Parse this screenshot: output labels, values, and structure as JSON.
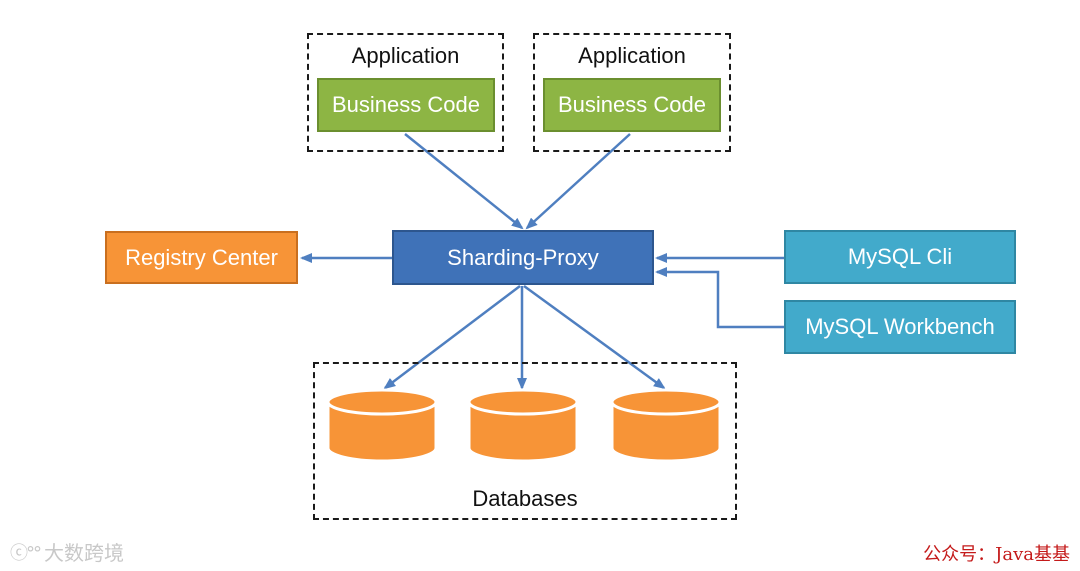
{
  "applications": [
    {
      "title": "Application",
      "code_label": "Business Code"
    },
    {
      "title": "Application",
      "code_label": "Business Code"
    }
  ],
  "proxy": {
    "label": "Sharding-Proxy"
  },
  "registry": {
    "label": "Registry Center"
  },
  "clients": [
    {
      "label": "MySQL Cli"
    },
    {
      "label": "MySQL Workbench"
    }
  ],
  "databases": {
    "label": "Databases",
    "count": 3
  },
  "watermarks": {
    "left": "大数跨境",
    "right": "公众号：Java基基"
  },
  "colors": {
    "business_code": "#8db544",
    "registry": "#f79437",
    "proxy": "#3f72b8",
    "client": "#42aacb",
    "database": "#f79437",
    "arrow": "#4f7fc0"
  }
}
